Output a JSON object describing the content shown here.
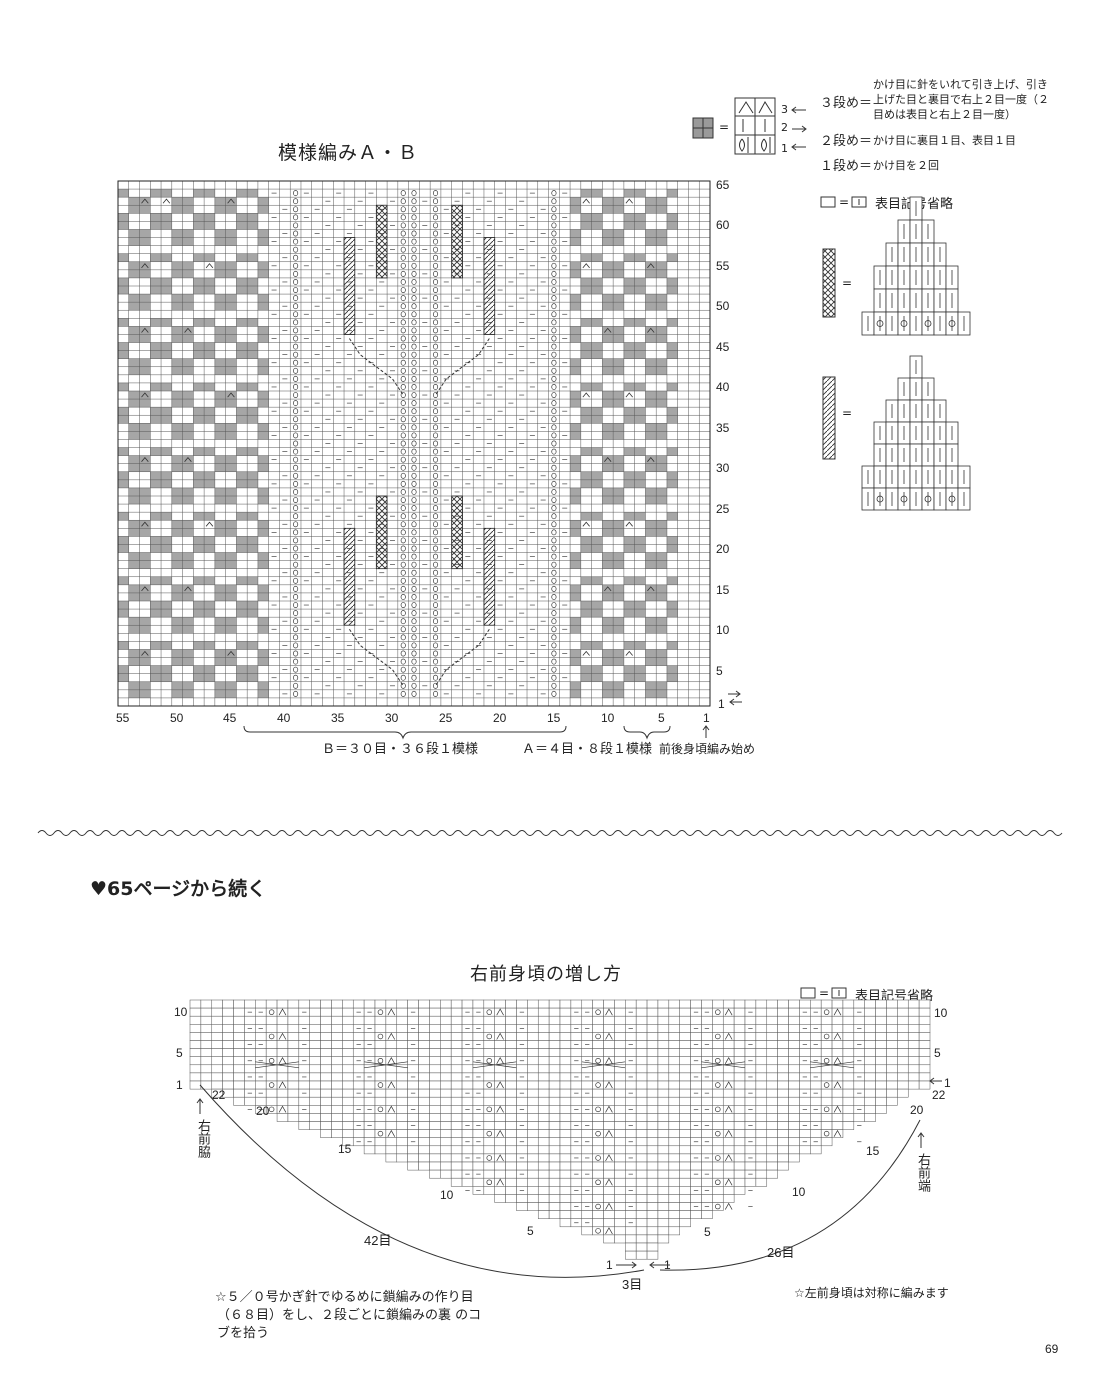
{
  "chart_a": {
    "title": "模様編みＡ・Ｂ",
    "row_labels": [
      "65",
      "60",
      "55",
      "50",
      "45",
      "40",
      "35",
      "30",
      "25",
      "20",
      "15",
      "10",
      "5",
      "1"
    ],
    "col_labels": [
      "55",
      "50",
      "45",
      "40",
      "35",
      "30",
      "25",
      "20",
      "15",
      "10",
      "5",
      "1"
    ],
    "caption_b": "Ｂ＝３０目・３６段１模様",
    "caption_a": "Ａ＝４目・８段１模様",
    "caption_start": "前後身頃編み始め"
  },
  "legend": {
    "row3_prefix": "３段め＝",
    "row3_text_1": "かけ目に針をいれて引き上げ、引き",
    "row3_text_2": "上げた目と裏目で右上２目一度（２",
    "row3_text_3": "目めは表目と右上２目一度）",
    "row2_prefix": "２段め＝",
    "row2_text": "かけ目に裏目１目、表目１目",
    "row1_prefix": "１段め＝",
    "row1_text": "かけ目を２回",
    "arrow_labels": [
      "3",
      "2",
      "1"
    ],
    "omit_note": "表目記号省略"
  },
  "divider": {
    "continued": "♥65ページから続く"
  },
  "chart_b": {
    "title": "右前身頃の増し方",
    "omit_note": "表目記号省略",
    "left_rows": [
      "10",
      "5",
      "1"
    ],
    "right_rows": [
      "10",
      "5",
      "1"
    ],
    "step_labels_left": [
      "22",
      "20",
      "15",
      "10",
      "5",
      "1"
    ],
    "step_labels_right": [
      "22",
      "20",
      "15",
      "10",
      "5",
      "1"
    ],
    "left_edge": "右前脇",
    "right_edge": "右前端",
    "count_left": "42目",
    "count_center": "3目",
    "count_right": "26目",
    "note_left_1": "☆５／０号かぎ針でゆるめに鎖編みの作り目",
    "note_left_2": "（６８目）をし、２段ごとに鎖編みの裏 のコ",
    "note_left_3": "ブを拾う",
    "note_right": "☆左前身頃は対称に編みます"
  },
  "page_number": "69"
}
